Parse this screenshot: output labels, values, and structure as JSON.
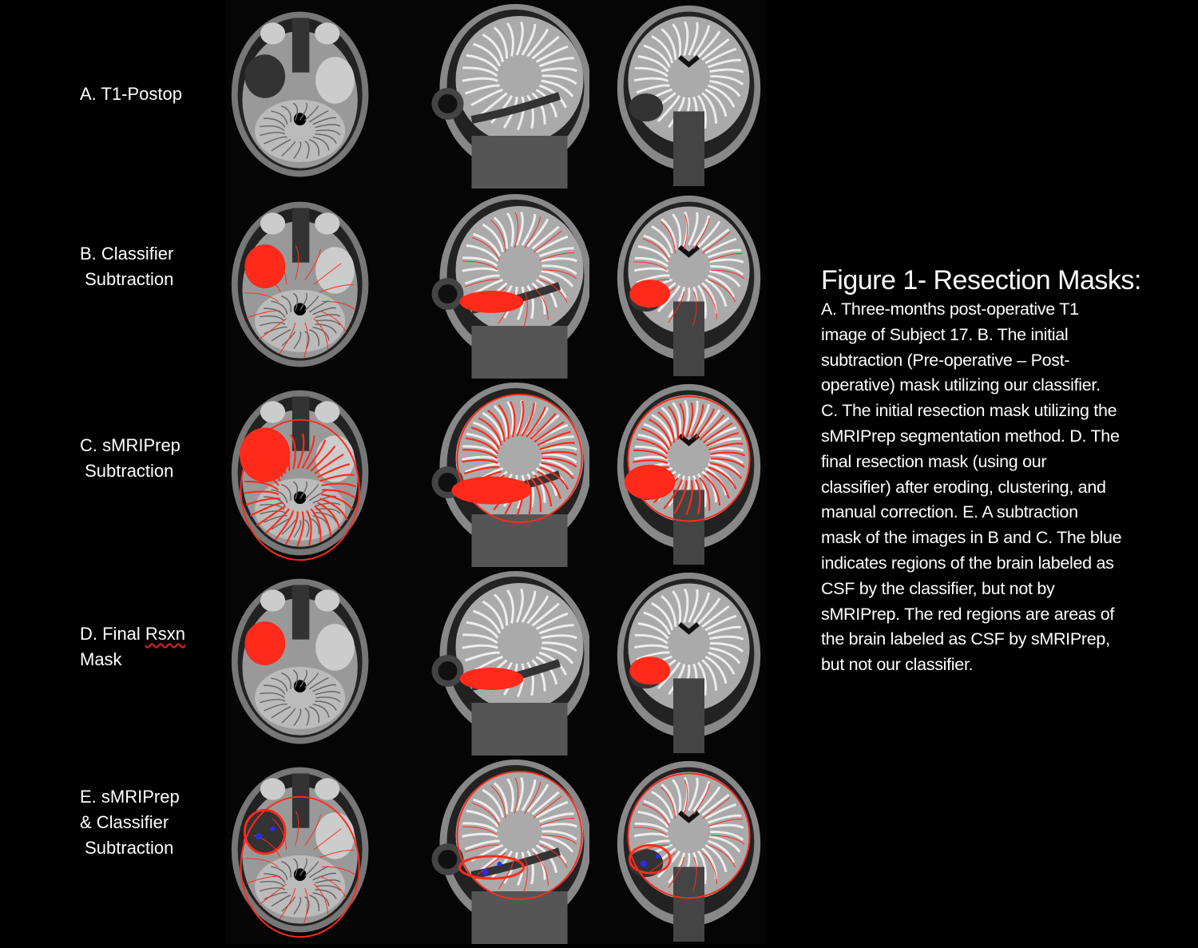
{
  "rows": [
    {
      "id": "A",
      "label_lines": [
        "A. T1-Postop"
      ],
      "mask": "none"
    },
    {
      "id": "B",
      "label_lines": [
        "B. Classifier",
        " Subtraction"
      ],
      "mask": "classifier"
    },
    {
      "id": "C",
      "label_lines": [
        "C. sMRIPrep",
        " Subtraction"
      ],
      "mask": "smriprep"
    },
    {
      "id": "D",
      "label_lines": [
        "D. Final Rsxn",
        "Mask"
      ],
      "mask": "final"
    },
    {
      "id": "E",
      "label_lines": [
        "E. sMRIPrep",
        "& Classifier",
        " Subtraction"
      ],
      "mask": "difference"
    }
  ],
  "views": [
    "axial",
    "sagittal",
    "coronal"
  ],
  "colors": {
    "mask_red": "#ff2a1a",
    "mask_blue": "#2a2aff"
  },
  "caption": {
    "title": "Figure 1- Resection Masks:",
    "lines": [
      "A. Three-months post-operative T1",
      "image of Subject 17. B. The initial",
      "subtraction (Pre-operative – Post-",
      "operative) mask utilizing our classifier.",
      "C. The initial resection mask utilizing the",
      "sMRIPrep segmentation method. D. The",
      "final resection mask (using our",
      "classifier) after eroding, clustering, and",
      "manual correction. E. A subtraction",
      "mask of the images in B and C. The blue",
      "indicates regions of the brain labeled as",
      "CSF by the classifier, but not by",
      "sMRIPrep. The red regions are areas of",
      "the brain labeled as CSF by sMRIPrep,",
      "but not our classifier."
    ]
  }
}
